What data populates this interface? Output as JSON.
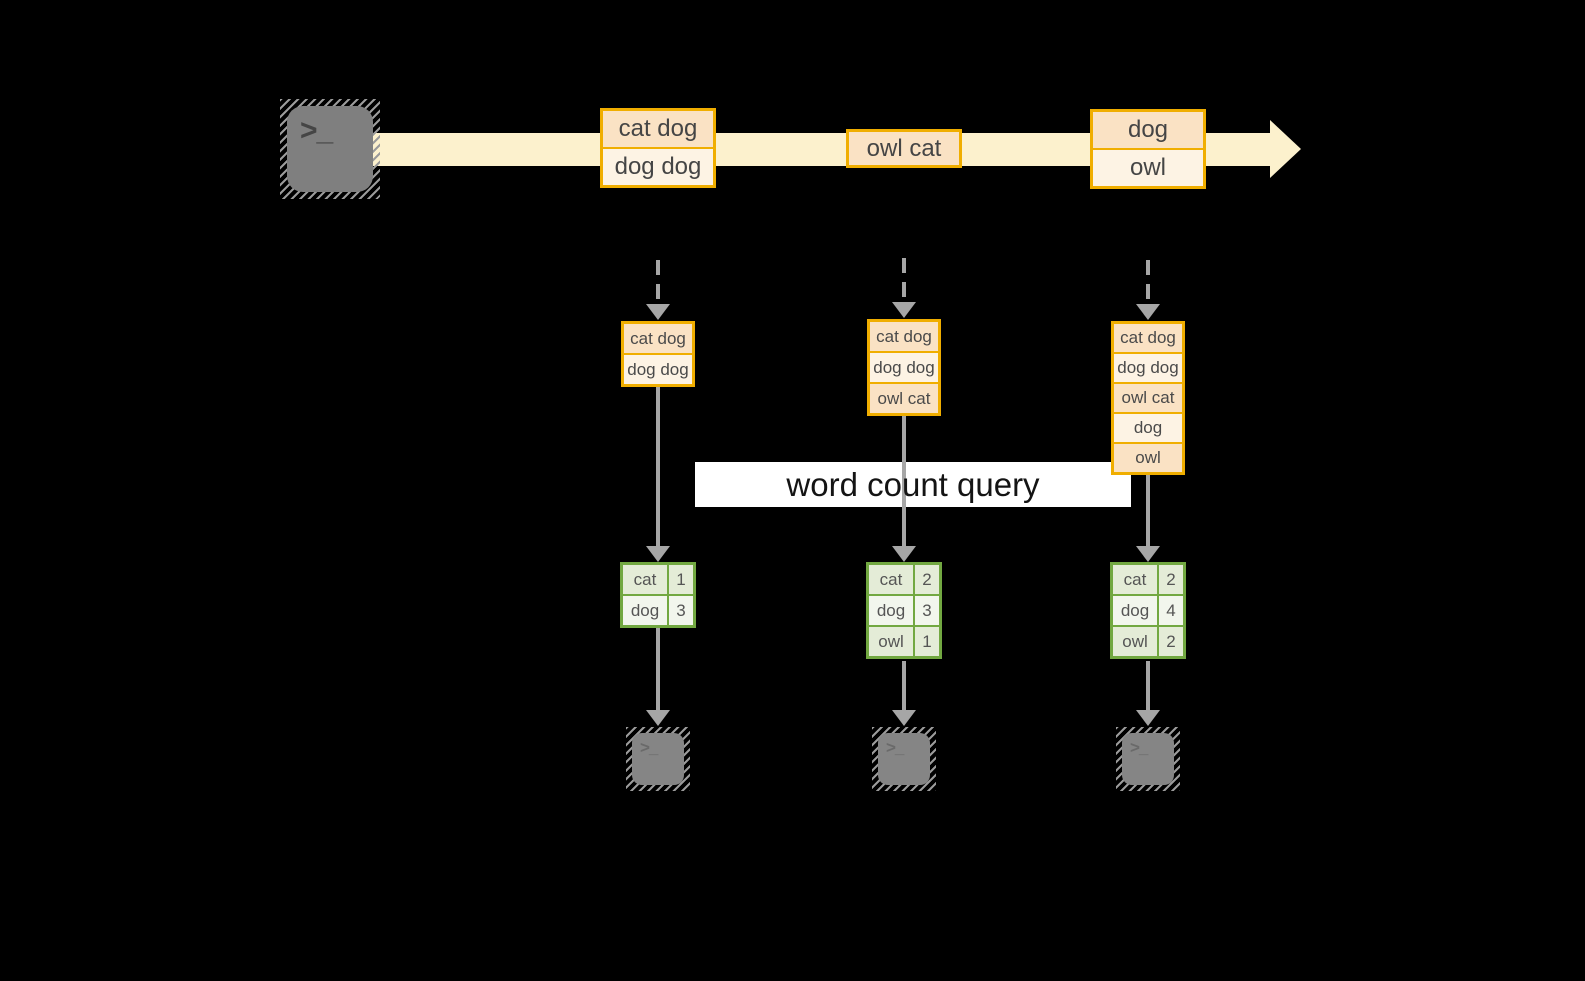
{
  "colors": {
    "background": "#000000",
    "stream_band": "#fcf1cd",
    "event_border": "#f0ae00",
    "event_fill_dark": "#fae2c4",
    "event_fill_light": "#fdf3e4",
    "table_border": "#72a841",
    "table_fill_dark": "#e4ecd7",
    "table_fill_light": "#f2f6ed",
    "arrow_gray": "#a6a6a6",
    "terminal_gray": "#7f7f7f",
    "query_band": "#ffffff"
  },
  "icons": {
    "terminal_prompt_glyph": ">_"
  },
  "stream": {
    "events": [
      {
        "rows": [
          "cat dog",
          "dog dog"
        ]
      },
      {
        "rows": [
          "owl cat"
        ]
      },
      {
        "rows": [
          "dog",
          "owl"
        ]
      }
    ]
  },
  "query": {
    "label": "word count query"
  },
  "columns": [
    {
      "state_rows": [
        "cat dog",
        "dog dog"
      ],
      "counts": [
        {
          "word": "cat",
          "count": "1"
        },
        {
          "word": "dog",
          "count": "3"
        }
      ]
    },
    {
      "state_rows": [
        "cat dog",
        "dog dog",
        "owl cat"
      ],
      "counts": [
        {
          "word": "cat",
          "count": "2"
        },
        {
          "word": "dog",
          "count": "3"
        },
        {
          "word": "owl",
          "count": "1"
        }
      ]
    },
    {
      "state_rows": [
        "cat dog",
        "dog dog",
        "owl cat",
        "dog",
        "owl"
      ],
      "counts": [
        {
          "word": "cat",
          "count": "2"
        },
        {
          "word": "dog",
          "count": "4"
        },
        {
          "word": "owl",
          "count": "2"
        }
      ]
    }
  ]
}
